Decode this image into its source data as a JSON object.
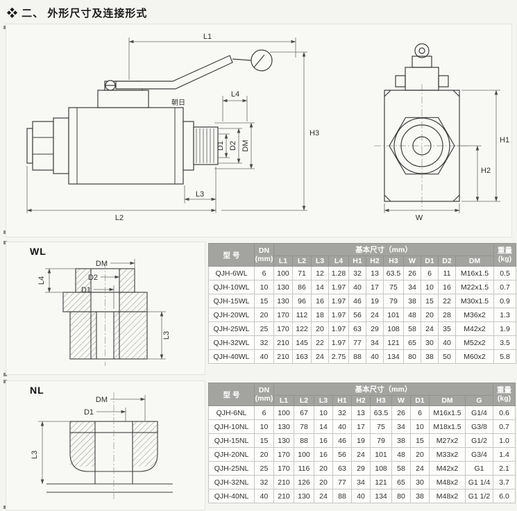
{
  "page": {
    "title": "❖ 二、 外形尺寸及连接形式"
  },
  "drawing": {
    "side_view": {
      "brand": "朝日",
      "dim_l1": "L1",
      "dim_l2": "L2",
      "dim_l3": "L3",
      "dim_l4": "L4",
      "dim_h3": "H3",
      "dim_d1": "D1",
      "dim_d2": "D2",
      "dim_dm": "DM"
    },
    "front_view": {
      "dim_h1": "H1",
      "dim_h2": "H2",
      "dim_w": "W"
    }
  },
  "wl_section": {
    "label": "WL",
    "dims": {
      "dm": "DM",
      "d2": "D2",
      "d1": "D1",
      "l4": "L4",
      "l3": "L3"
    }
  },
  "nl_section": {
    "label": "NL",
    "dims": {
      "dm": "DM",
      "d1": "D1",
      "l3": "L3"
    }
  },
  "wl_table": {
    "header": {
      "model": "型 号",
      "dn": "DN",
      "dn_unit": "(mm)",
      "basic": "基本尺寸（mm）",
      "dims": [
        "L1",
        "L2",
        "L3",
        "L4",
        "H1",
        "H2",
        "H3",
        "W",
        "D1",
        "D2",
        "DM"
      ],
      "weight": "重量",
      "weight_unit": "(kg)"
    },
    "rows": [
      [
        "QJH-6WL",
        "6",
        "100",
        "71",
        "12",
        "1.28",
        "32",
        "13",
        "63.5",
        "26",
        "6",
        "11",
        "M16x1.5",
        "0.5"
      ],
      [
        "QJH-10WL",
        "10",
        "130",
        "86",
        "14",
        "1.97",
        "40",
        "17",
        "75",
        "34",
        "10",
        "16",
        "M22x1.5",
        "0.7"
      ],
      [
        "QJH-15WL",
        "15",
        "130",
        "96",
        "16",
        "1.97",
        "46",
        "19",
        "79",
        "38",
        "15",
        "22",
        "M30x1.5",
        "0.9"
      ],
      [
        "QJH-20WL",
        "20",
        "170",
        "112",
        "18",
        "1.97",
        "56",
        "24",
        "101",
        "48",
        "20",
        "28",
        "M36x2",
        "1.3"
      ],
      [
        "QJH-25WL",
        "25",
        "170",
        "122",
        "20",
        "1.97",
        "63",
        "29",
        "108",
        "58",
        "24",
        "35",
        "M42x2",
        "1.9"
      ],
      [
        "QJH-32WL",
        "32",
        "210",
        "145",
        "22",
        "1.97",
        "77",
        "34",
        "121",
        "65",
        "30",
        "40",
        "M52x2",
        "3.5"
      ],
      [
        "QJH-40WL",
        "40",
        "210",
        "163",
        "24",
        "2.75",
        "88",
        "40",
        "134",
        "80",
        "38",
        "50",
        "M60x2",
        "5.8"
      ]
    ]
  },
  "nl_table": {
    "header": {
      "model": "型 号",
      "dn": "DN",
      "dn_unit": "(mm)",
      "basic": "基本尺寸（mm）",
      "dims": [
        "L1",
        "L2",
        "L3",
        "H1",
        "H2",
        "H3",
        "W",
        "D1",
        "DM",
        "G"
      ],
      "weight": "重量",
      "weight_unit": "(kg)"
    },
    "rows": [
      [
        "QJH-6NL",
        "6",
        "100",
        "67",
        "10",
        "32",
        "13",
        "63.5",
        "26",
        "6",
        "M16x1.5",
        "G1/4",
        "0.6"
      ],
      [
        "QJH-10NL",
        "10",
        "130",
        "78",
        "14",
        "40",
        "17",
        "75",
        "34",
        "10",
        "M18x1.5",
        "G3/8",
        "0.7"
      ],
      [
        "QJH-15NL",
        "15",
        "130",
        "88",
        "16",
        "46",
        "19",
        "79",
        "38",
        "15",
        "M27x2",
        "G1/2",
        "1.0"
      ],
      [
        "QJH-20NL",
        "20",
        "170",
        "100",
        "16",
        "56",
        "24",
        "101",
        "48",
        "20",
        "M33x2",
        "G3/4",
        "1.4"
      ],
      [
        "QJH-25NL",
        "25",
        "170",
        "116",
        "20",
        "63",
        "29",
        "108",
        "58",
        "24",
        "M42x2",
        "G1",
        "2.1"
      ],
      [
        "QJH-32NL",
        "32",
        "210",
        "126",
        "20",
        "77",
        "34",
        "121",
        "65",
        "30",
        "M48x2",
        "G1 1/4",
        "3.7"
      ],
      [
        "QJH-40NL",
        "40",
        "210",
        "130",
        "24",
        "88",
        "40",
        "134",
        "80",
        "38",
        "M48x2",
        "G1 1/2",
        "6.0"
      ]
    ]
  }
}
